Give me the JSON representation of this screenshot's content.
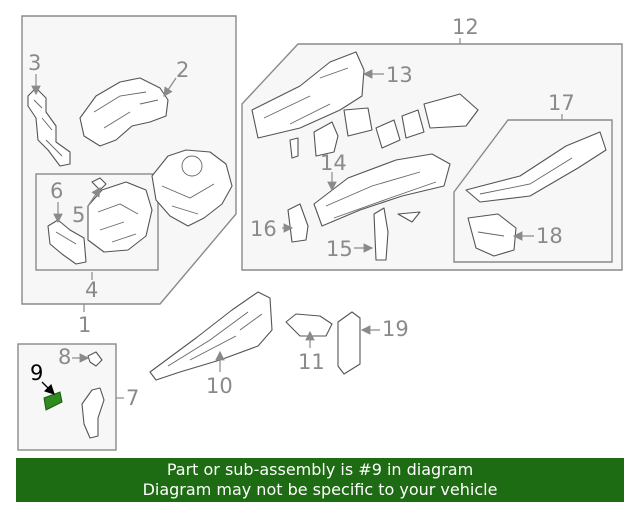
{
  "callouts": {
    "n1": "1",
    "n2": "2",
    "n3": "3",
    "n4": "4",
    "n5": "5",
    "n6": "6",
    "n7": "7",
    "n8": "8",
    "n9": "9",
    "n10": "10",
    "n11": "11",
    "n12": "12",
    "n13": "13",
    "n14": "14",
    "n15": "15",
    "n16": "16",
    "n17": "17",
    "n18": "18",
    "n19": "19"
  },
  "highlight": {
    "part": "9",
    "color": "#2e8b1e"
  },
  "footer": {
    "line1": "Part or sub-assembly is #9 in diagram",
    "line2": "Diagram may not be specific to your vehicle",
    "background": "#1d6b12"
  }
}
